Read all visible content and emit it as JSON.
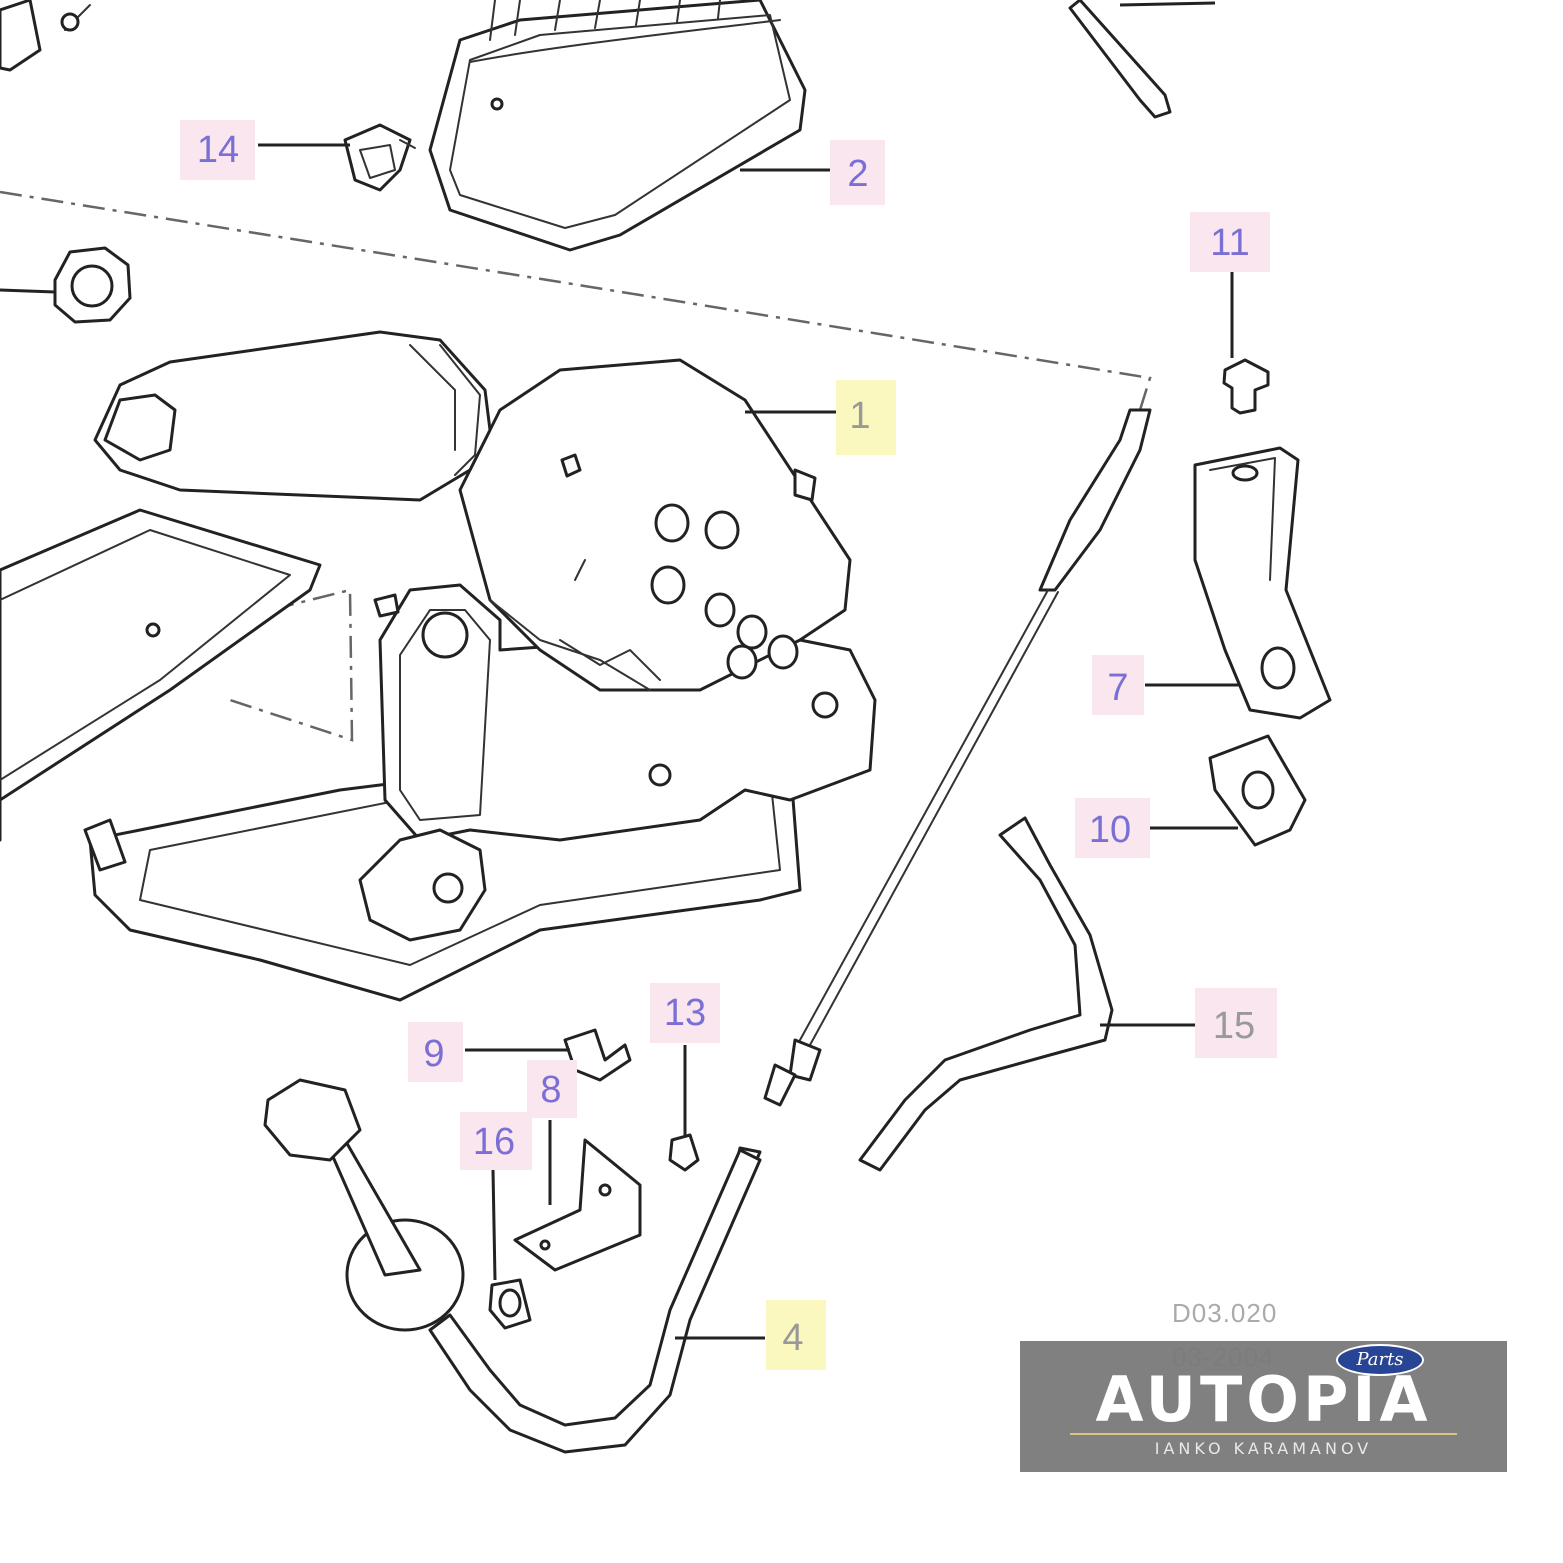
{
  "callouts": [
    {
      "id": "c14",
      "label": "14"
    },
    {
      "id": "c2",
      "label": "2"
    },
    {
      "id": "c11",
      "label": "11"
    },
    {
      "id": "c1",
      "label": "1"
    },
    {
      "id": "c7",
      "label": "7"
    },
    {
      "id": "c10",
      "label": "10"
    },
    {
      "id": "c13",
      "label": "13"
    },
    {
      "id": "c9",
      "label": "9"
    },
    {
      "id": "c8",
      "label": "8"
    },
    {
      "id": "c16",
      "label": "16"
    },
    {
      "id": "c15",
      "label": "15"
    },
    {
      "id": "c4",
      "label": "4"
    }
  ],
  "reference": {
    "drawing_code": "D03.020",
    "date": "03-2004"
  },
  "watermark": {
    "badge": "Parts",
    "title": "AUTOPIA",
    "subtitle": "IANKO KARAMANOV"
  },
  "colors": {
    "callout_purple": "#7b6fd6",
    "callout_pink_bg": "#f9e6ee",
    "callout_yellow_bg": "#fbf8bf",
    "callout_gray": "#999999",
    "line": "#222222",
    "watermark_bg": "#7a7a7a",
    "badge_blue": "#1d3b8f"
  }
}
